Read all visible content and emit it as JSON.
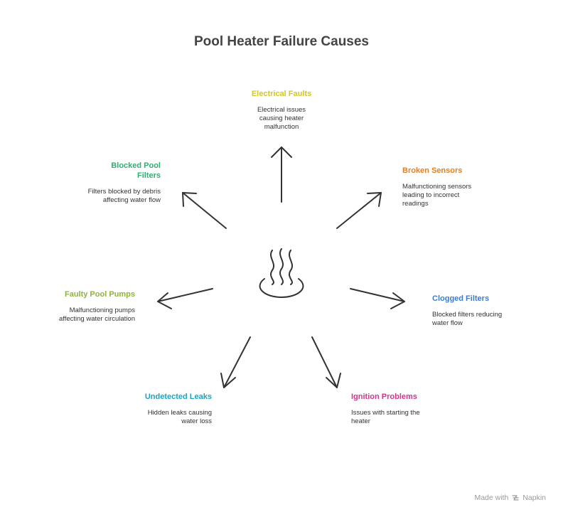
{
  "title": "Pool Heater Failure Causes",
  "causes": [
    {
      "label": "Electrical Faults",
      "desc": "Electrical issues causing heater malfunction",
      "color": "#D4C81E"
    },
    {
      "label": "Broken Sensors",
      "desc": "Malfunctioning sensors leading to incorrect readings",
      "color": "#E67E22"
    },
    {
      "label": "Clogged Filters",
      "desc": "Blocked filters reducing water flow",
      "color": "#3A7BD5"
    },
    {
      "label": "Ignition Problems",
      "desc": "Issues with starting the heater",
      "color": "#D6338A"
    },
    {
      "label": "Undetected Leaks",
      "desc": "Hidden leaks causing water loss",
      "color": "#1BA3C6"
    },
    {
      "label": "Faulty Pool Pumps",
      "desc": "Malfunctioning pumps affecting water circulation",
      "color": "#8DB33A"
    },
    {
      "label": "Blocked Pool Filters",
      "desc": "Filters blocked by debris affecting water flow",
      "color": "#2EAF6E"
    }
  ],
  "center_icon": "hot-water-steam-icon",
  "footer": {
    "made_with": "Made with",
    "brand": "Napkin"
  }
}
